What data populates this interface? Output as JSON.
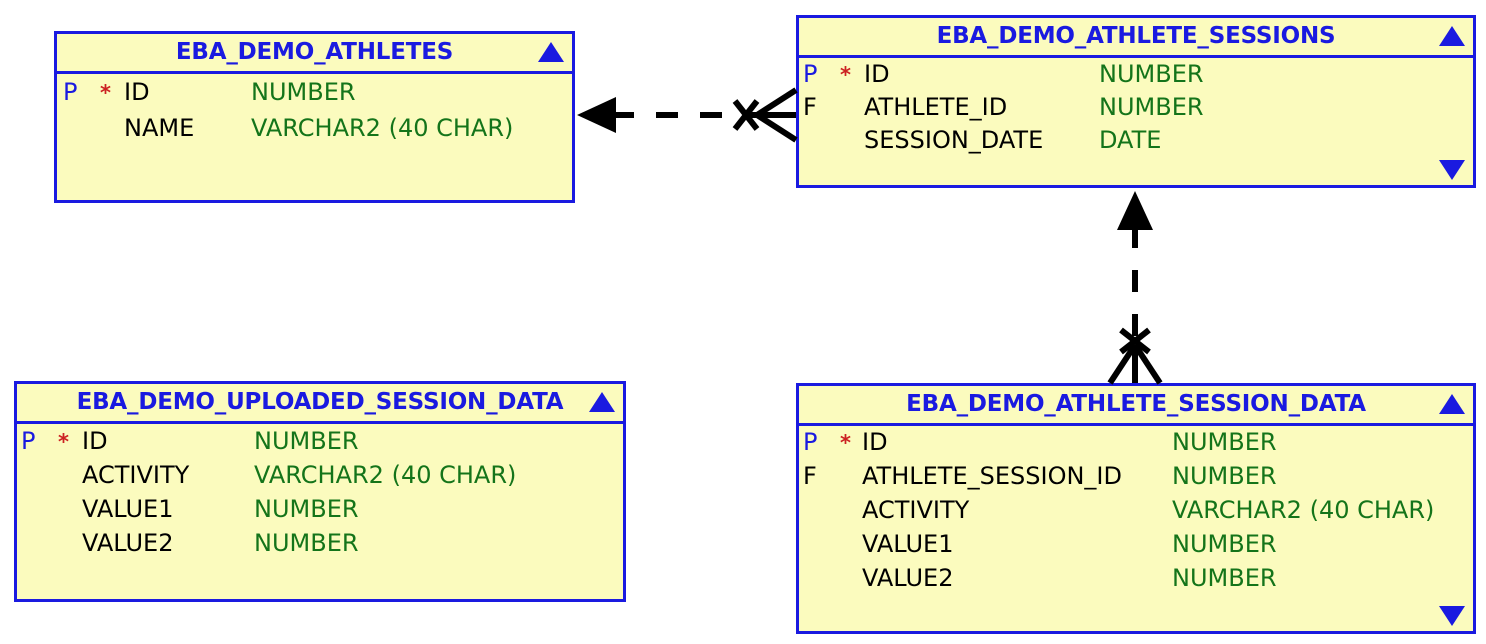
{
  "diagram": {
    "kind": "entity-relationship-diagram",
    "background_color": "#ffffff",
    "entity_fill_color": "#fbfbbe",
    "entity_border_color": "#1a1ae0",
    "title_color": "#1a1ae0",
    "type_color": "#14741a",
    "required_marker_color": "#cc2222",
    "connector_color": "#000000"
  },
  "entities": [
    {
      "id": "eba-demo-athletes",
      "name": "EBA_DEMO_ATHLETES",
      "scroll_up_icon": "triangle-up-icon",
      "scroll_down_icon": null,
      "attributes": [
        {
          "key": "P",
          "required": "*",
          "name": "ID",
          "type": "NUMBER"
        },
        {
          "key": "",
          "required": "",
          "name": "NAME",
          "type": "VARCHAR2 (40 CHAR)"
        }
      ]
    },
    {
      "id": "eba-demo-athlete-sessions",
      "name": "EBA_DEMO_ATHLETE_SESSIONS",
      "scroll_up_icon": "triangle-up-icon",
      "scroll_down_icon": "triangle-down-icon",
      "attributes": [
        {
          "key": "P",
          "required": "*",
          "name": "ID",
          "type": "NUMBER"
        },
        {
          "key": "F",
          "required": "",
          "name": "ATHLETE_ID",
          "type": "NUMBER"
        },
        {
          "key": "",
          "required": "",
          "name": "SESSION_DATE",
          "type": "DATE"
        }
      ]
    },
    {
      "id": "eba-demo-uploaded-session-data",
      "name": "EBA_DEMO_UPLOADED_SESSION_DATA",
      "scroll_up_icon": "triangle-up-icon",
      "scroll_down_icon": null,
      "attributes": [
        {
          "key": "P",
          "required": "*",
          "name": "ID",
          "type": "NUMBER"
        },
        {
          "key": "",
          "required": "",
          "name": "ACTIVITY",
          "type": "VARCHAR2 (40 CHAR)"
        },
        {
          "key": "",
          "required": "",
          "name": "VALUE1",
          "type": "NUMBER"
        },
        {
          "key": "",
          "required": "",
          "name": "VALUE2",
          "type": "NUMBER"
        }
      ]
    },
    {
      "id": "eba-demo-athlete-session-data",
      "name": "EBA_DEMO_ATHLETE_SESSION_DATA",
      "scroll_up_icon": "triangle-up-icon",
      "scroll_down_icon": "triangle-down-icon",
      "attributes": [
        {
          "key": "P",
          "required": "*",
          "name": "ID",
          "type": "NUMBER"
        },
        {
          "key": "F",
          "required": "",
          "name": "ATHLETE_SESSION_ID",
          "type": "NUMBER"
        },
        {
          "key": "",
          "required": "",
          "name": "ACTIVITY",
          "type": "VARCHAR2 (40 CHAR)"
        },
        {
          "key": "",
          "required": "",
          "name": "VALUE1",
          "type": "NUMBER"
        },
        {
          "key": "",
          "required": "",
          "name": "VALUE2",
          "type": "NUMBER"
        }
      ]
    }
  ],
  "relationships": [
    {
      "id": "athletes-to-sessions",
      "from_entity": "EBA_DEMO_ATHLETE_SESSIONS",
      "to_entity": "EBA_DEMO_ATHLETES",
      "orientation": "horizontal",
      "line_style": "dashed",
      "parent_end_symbol": "solid-arrowhead",
      "child_end_symbol": "crows-foot",
      "optionality_symbol": "x-marker"
    },
    {
      "id": "sessions-to-session-data",
      "from_entity": "EBA_DEMO_ATHLETE_SESSION_DATA",
      "to_entity": "EBA_DEMO_ATHLETE_SESSIONS",
      "orientation": "vertical",
      "line_style": "dashed",
      "parent_end_symbol": "solid-arrowhead",
      "child_end_symbol": "crows-foot",
      "optionality_symbol": "x-marker"
    }
  ]
}
